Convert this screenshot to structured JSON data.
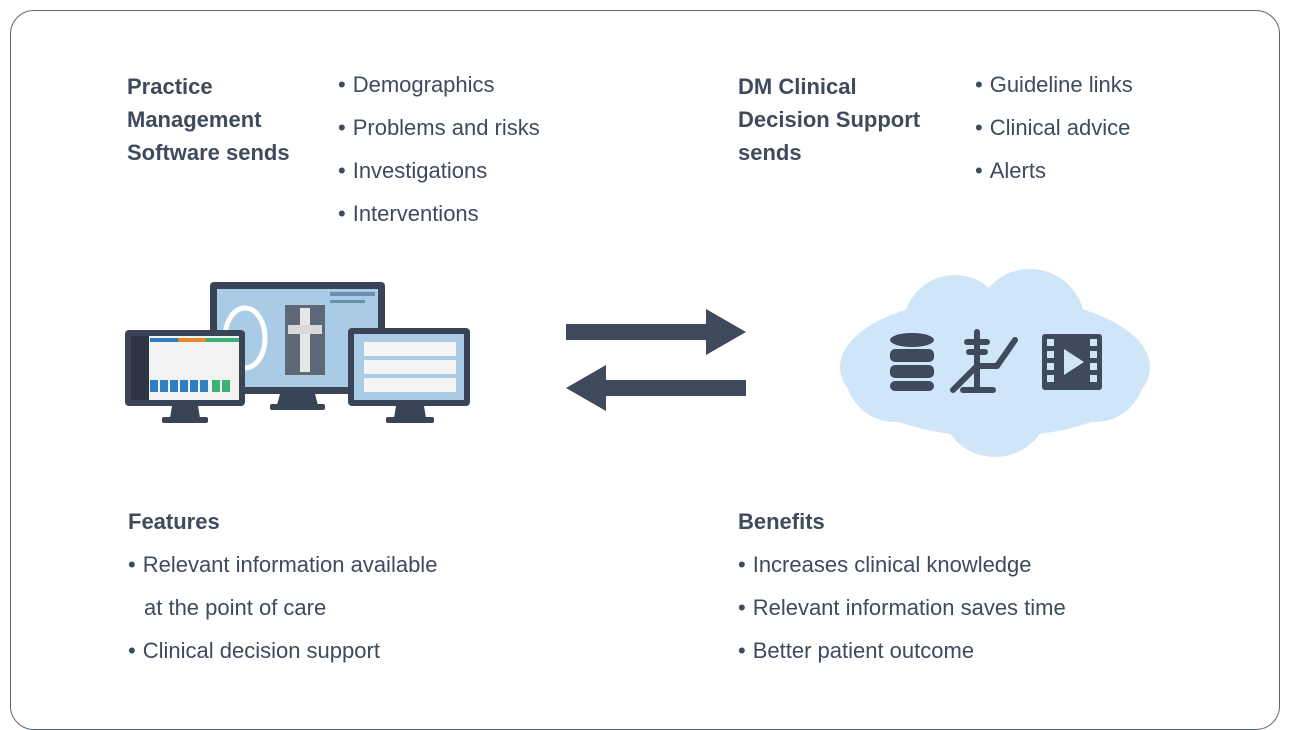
{
  "pms": {
    "heading_lines": [
      "Practice",
      "Management",
      "Software sends"
    ],
    "items": [
      "Demographics",
      "Problems and risks",
      "Investigations",
      "Interventions"
    ]
  },
  "cds": {
    "heading_lines": [
      "DM Clinical",
      "Decision Support",
      "sends"
    ],
    "items": [
      "Guideline links",
      "Clinical advice",
      "Alerts"
    ]
  },
  "features": {
    "heading": "Features",
    "items": [
      {
        "line1": "Relevant information available",
        "line2": "at the point of care"
      },
      {
        "line1": "Clinical decision support",
        "line2": ""
      }
    ]
  },
  "benefits": {
    "heading": "Benefits",
    "items": [
      "Increases clinical knowledge",
      "Relevant information saves time",
      "Better patient outcome"
    ]
  },
  "bullet": "•",
  "icons": {
    "left": "computer-monitors-illustration",
    "arrows": [
      "arrow-right-icon",
      "arrow-left-icon"
    ],
    "cloud": [
      "database-icon",
      "dental-chair-icon",
      "video-player-icon"
    ]
  },
  "colors": {
    "text": "#3f4a5c",
    "arrow": "#3f4a5c",
    "cloud_fill": "#cfe6f8",
    "monitor_frame": "#3a4457",
    "screen_blue": "#a9cbe6"
  }
}
